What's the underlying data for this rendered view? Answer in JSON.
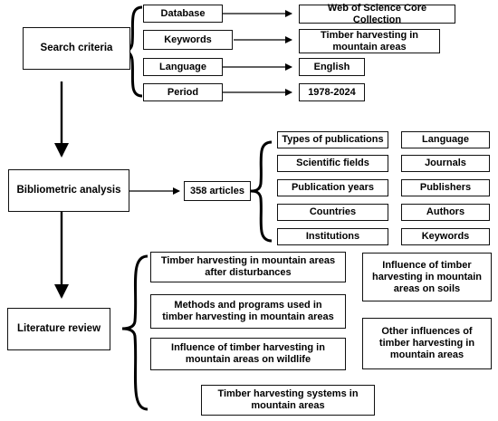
{
  "search_criteria": {
    "label": "Search criteria",
    "items": [
      {
        "key": "Database",
        "value": "Web of Science Core Collection"
      },
      {
        "key": "Keywords",
        "value": "Timber harvesting in\nmountain areas"
      },
      {
        "key": "Language",
        "value": "English"
      },
      {
        "key": "Period",
        "value": "1978-2024"
      }
    ]
  },
  "bibliometric": {
    "label": "Bibliometric analysis",
    "articles": "358 articles",
    "left_items": [
      "Types of publications",
      "Scientific fields",
      "Publication years",
      "Countries",
      "Institutions"
    ],
    "right_items": [
      "Language",
      "Journals",
      "Publishers",
      "Authors",
      "Keywords"
    ]
  },
  "literature": {
    "label": "Literature review",
    "left_items": [
      "Timber harvesting in mountain areas\nafter disturbances",
      "Methods and programs used in\ntimber harvesting in mountain areas",
      "Influence of timber harvesting in\nmountain areas on wildlife"
    ],
    "right_items": [
      "Influence of timber\nharvesting in mountain\nareas on soils",
      "Other influences of\ntimber harvesting in\nmountain areas"
    ],
    "bottom_item": "Timber harvesting systems in\nmountain areas"
  }
}
